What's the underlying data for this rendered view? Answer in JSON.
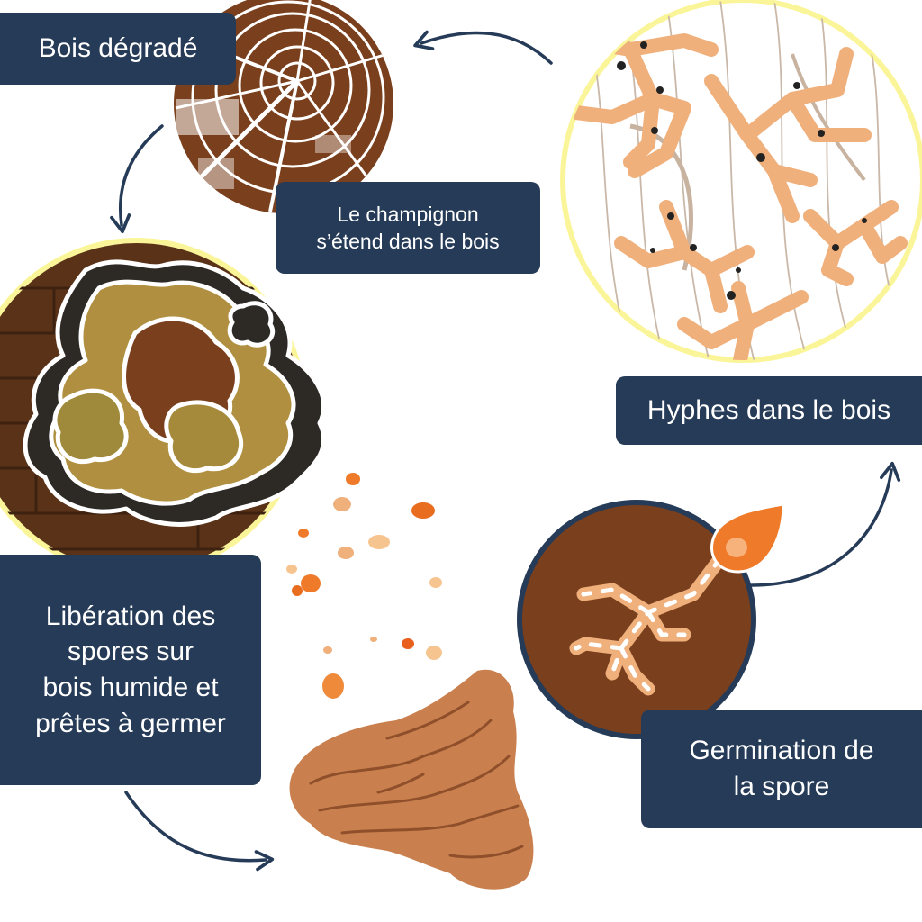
{
  "labels": {
    "bois_degrade": "Bois dégradé",
    "etend": [
      "Le champignon",
      "s’étend dans le bois"
    ],
    "hyphes": "Hyphes dans le bois",
    "liberation": [
      "Libération des",
      "spores sur",
      "bois humide et",
      "prêtes à germer"
    ],
    "germination": [
      "Germination de",
      "la spore"
    ]
  },
  "colors": {
    "label_bg": "#263b57",
    "label_text": "#ffffff",
    "wood_dark": "#7a3f1c",
    "hyphae": "#f0b07c",
    "spore_orange": "#ef7a2a",
    "mushroom": "#b09040",
    "highlight_ring": "#fbf59a",
    "arrow": "#263b57"
  }
}
